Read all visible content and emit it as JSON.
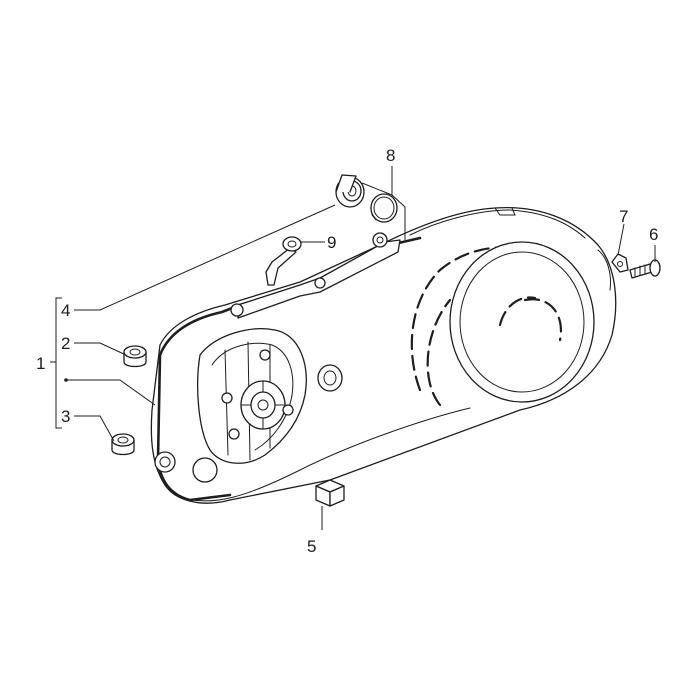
{
  "diagram": {
    "callouts": {
      "assembly": "1",
      "spacer_upper": "2",
      "spacer_lower": "3",
      "gasket": "4",
      "clip": "5",
      "screw": "6",
      "cable_guide": "7",
      "bearing_ring": "8",
      "bracket": "9"
    },
    "colors": {
      "line": "#1e1e1e",
      "background": "#ffffff"
    }
  }
}
